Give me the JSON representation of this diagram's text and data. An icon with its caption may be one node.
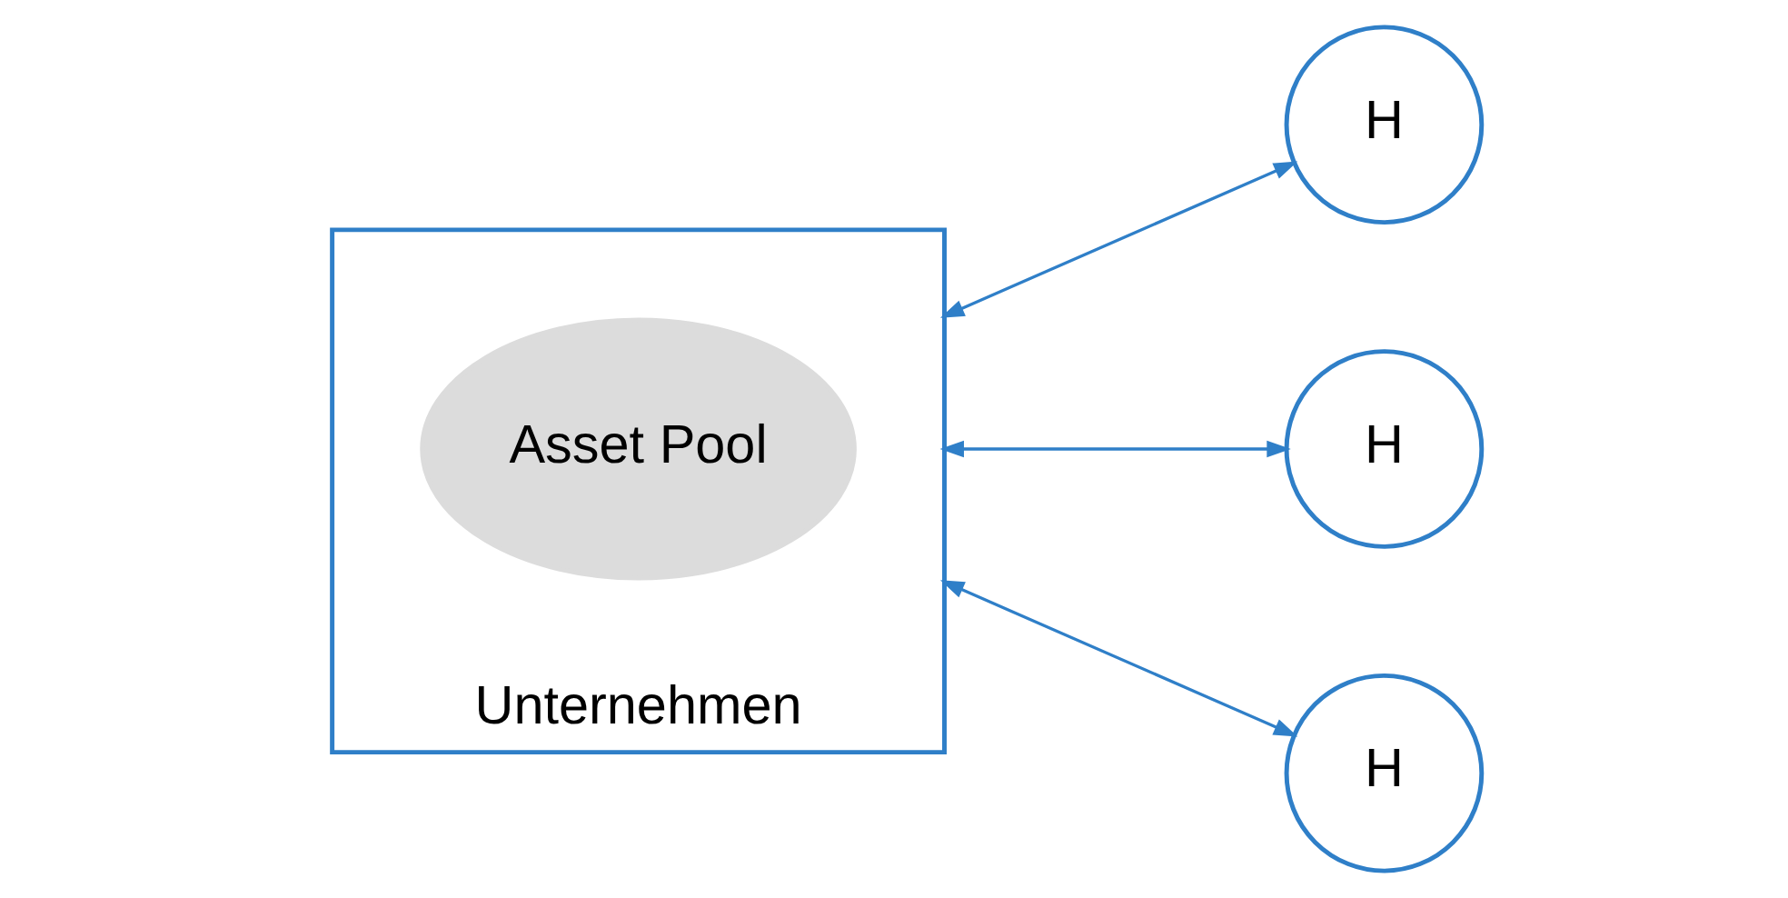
{
  "diagram": {
    "nodes": [
      {
        "text": [
          "Unternehmen"
        ]
      },
      {
        "text": [
          "Asset Pool"
        ],
        "in": 0
      },
      {
        "text": [
          "H"
        ]
      },
      {
        "text": [
          "H"
        ]
      },
      {
        "text": [
          "H"
        ]
      }
    ],
    "edges": [
      {
        "from": 0,
        "to": 2,
        "arrow": "both"
      },
      {
        "from": 0,
        "to": 3,
        "arrow": "both"
      },
      {
        "from": 0,
        "to": 4,
        "arrow": "both"
      }
    ]
  }
}
